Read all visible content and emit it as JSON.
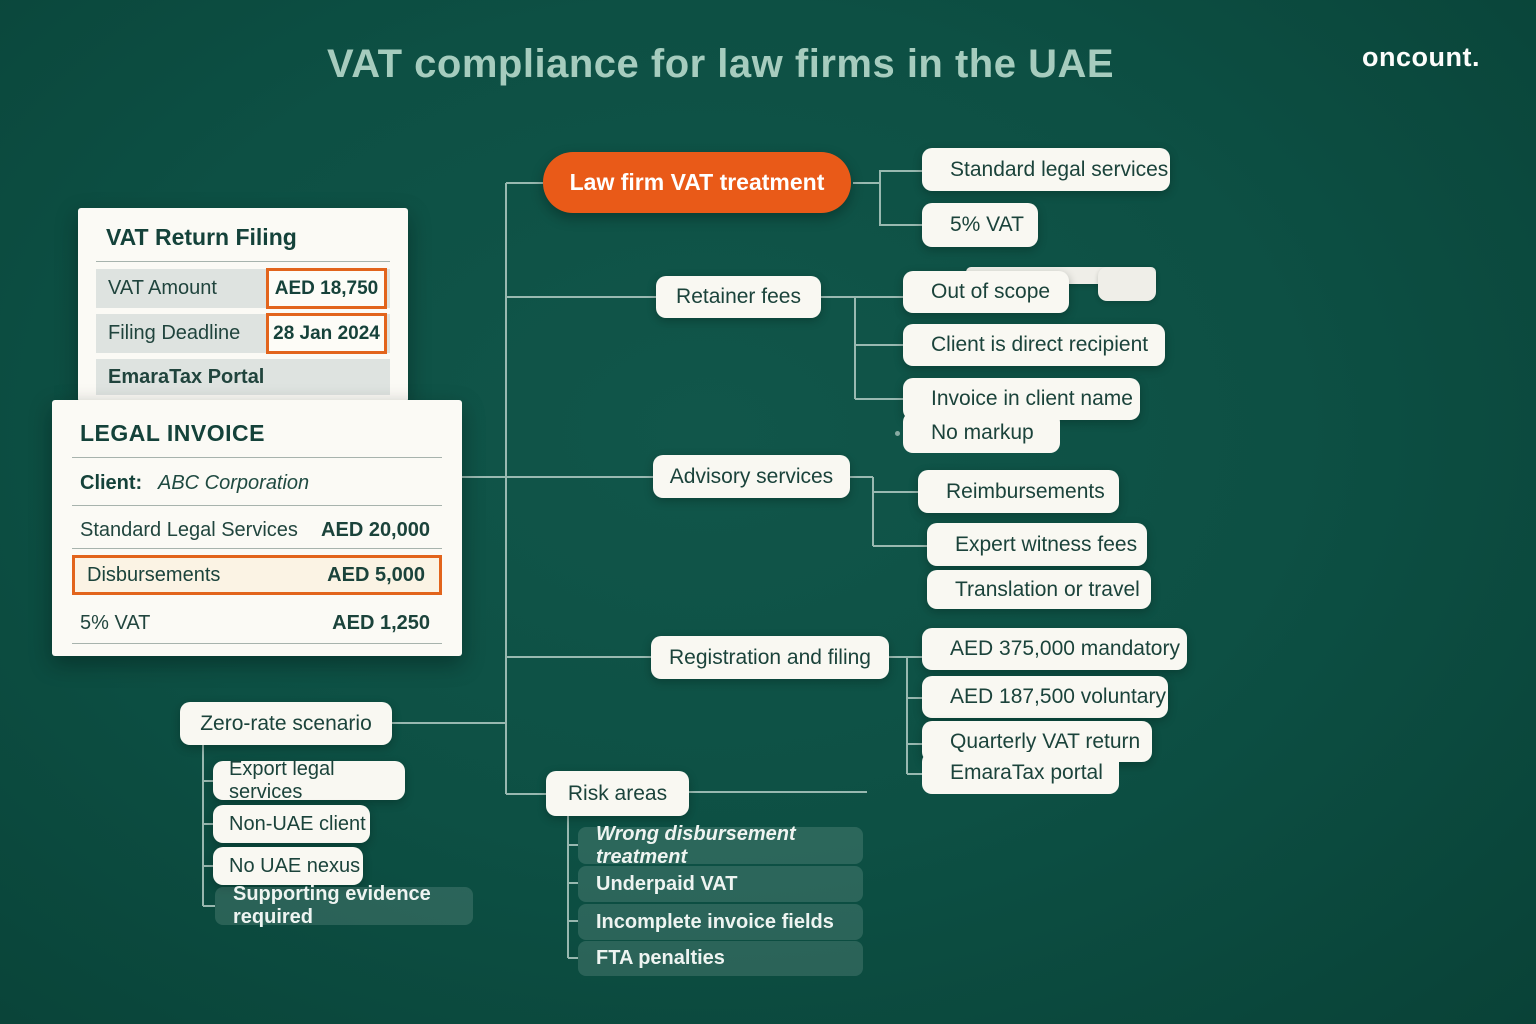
{
  "header": {
    "title": "VAT compliance for law firms in the UAE",
    "brand": "oncount."
  },
  "vat_return_card": {
    "title": "VAT Return Filing",
    "rows": [
      {
        "label": "VAT Amount",
        "value": "AED 18,750"
      },
      {
        "label": "Filing Deadline",
        "value": "28 Jan 2024"
      },
      {
        "label": "EmaraTax Portal",
        "value": ""
      }
    ]
  },
  "invoice_card": {
    "title": "LEGAL INVOICE",
    "client_label": "Client:",
    "client_name": "ABC Corporation",
    "lines": [
      {
        "label": "Standard Legal Services",
        "amount": "AED 20,000"
      },
      {
        "label": "Disbursements",
        "amount": "AED 5,000"
      },
      {
        "label": "5% VAT",
        "amount": "AED 1,250"
      }
    ]
  },
  "mindmap": {
    "root": "Law firm VAT treatment",
    "root_children": [
      "Standard legal services",
      "5% VAT"
    ],
    "retainer": {
      "label": "Retainer fees",
      "children": [
        "Out of scope",
        "Client is direct recipient",
        "Invoice in client name",
        "No markup"
      ]
    },
    "advisory": {
      "label": "Advisory services",
      "children": [
        "Reimbursements",
        "Expert witness fees",
        "Translation or travel"
      ]
    },
    "registration": {
      "label": "Registration and filing",
      "children": [
        "AED 375,000 mandatory",
        "AED 187,500 voluntary",
        "Quarterly VAT return",
        "EmaraTax portal"
      ]
    },
    "zero_rate": {
      "label": "Zero-rate scenario",
      "children": [
        "Export legal services",
        "Non-UAE client",
        "No UAE nexus",
        "Supporting evidence required"
      ]
    },
    "risk": {
      "label": "Risk areas",
      "children": [
        "Wrong disbursement treatment",
        "Underpaid VAT",
        "Incomplete invoice fields",
        "FTA penalties"
      ]
    }
  },
  "colors": {
    "background": "#0d5044",
    "accent_orange": "#e95a18",
    "box_text": "#1b433b",
    "title_green": "#a6ccbe",
    "connector": "#cfe0d9"
  }
}
